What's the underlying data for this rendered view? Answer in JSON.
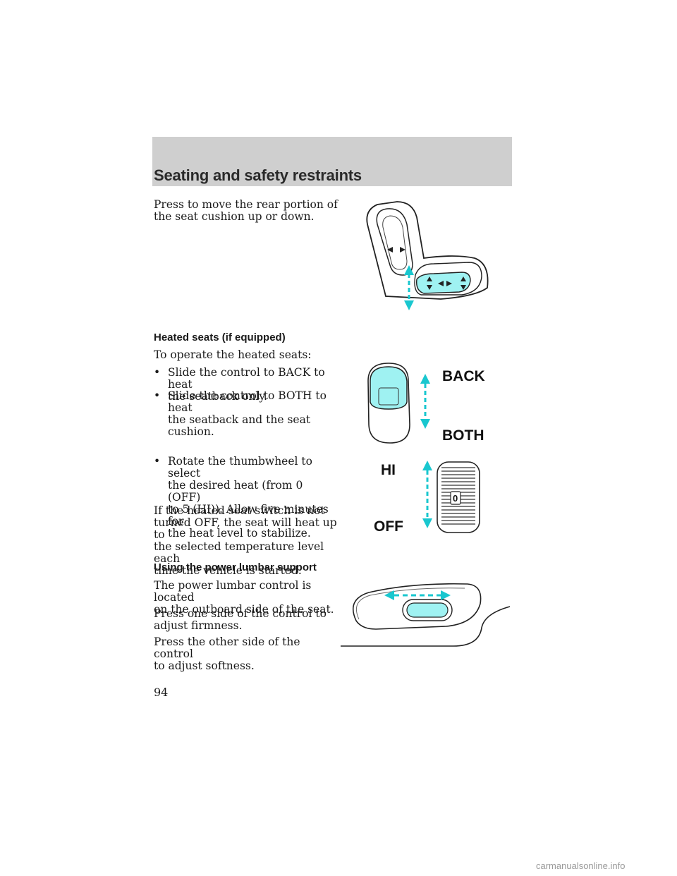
{
  "header": {
    "title": "Seating and safety restraints"
  },
  "intro": {
    "text1": "Press to move the rear portion of",
    "text2": "the seat cushion up or down."
  },
  "heated": {
    "heading": "Heated seats (if equipped)",
    "lead": "To operate the heated seats:",
    "bullets": [
      {
        "l1": "Slide the control to BACK to heat",
        "l2": "the seatback only."
      },
      {
        "l1": "Slide the control to BOTH to heat",
        "l2": "the seatback and the seat",
        "l3": "cushion."
      },
      {
        "l1": "Rotate the thumbwheel to select",
        "l2": "the desired heat (from 0 (OFF)",
        "l3": "to 5 (HI)). Allow five minutes for",
        "l4": "the heat level to stabilize."
      }
    ],
    "note": {
      "l1": "If the heated seat switch is not",
      "l2": "turned OFF, the seat will heat up to",
      "l3": "the selected temperature level each",
      "l4": "time the vehicle is started."
    }
  },
  "lumbar": {
    "heading": "Using the power lumbar support",
    "p1": {
      "l1": "The power lumbar control is located",
      "l2": "on the outboard side of the seat."
    },
    "p2": {
      "l1": "Press one side of the control to",
      "l2": "adjust firmness."
    },
    "p3": {
      "l1": "Press the other side of the control",
      "l2": "to adjust softness."
    }
  },
  "figures": {
    "back_label": "BACK",
    "both_label": "BOTH",
    "hi_label": "HI",
    "off_label": "OFF",
    "wheel_value": "0",
    "accent_color": "#9ff2f2",
    "arrow_color": "#19c7cf"
  },
  "bullet_glyph": "•",
  "page": {
    "number": "94"
  },
  "watermark": "carmanualsonline.info"
}
